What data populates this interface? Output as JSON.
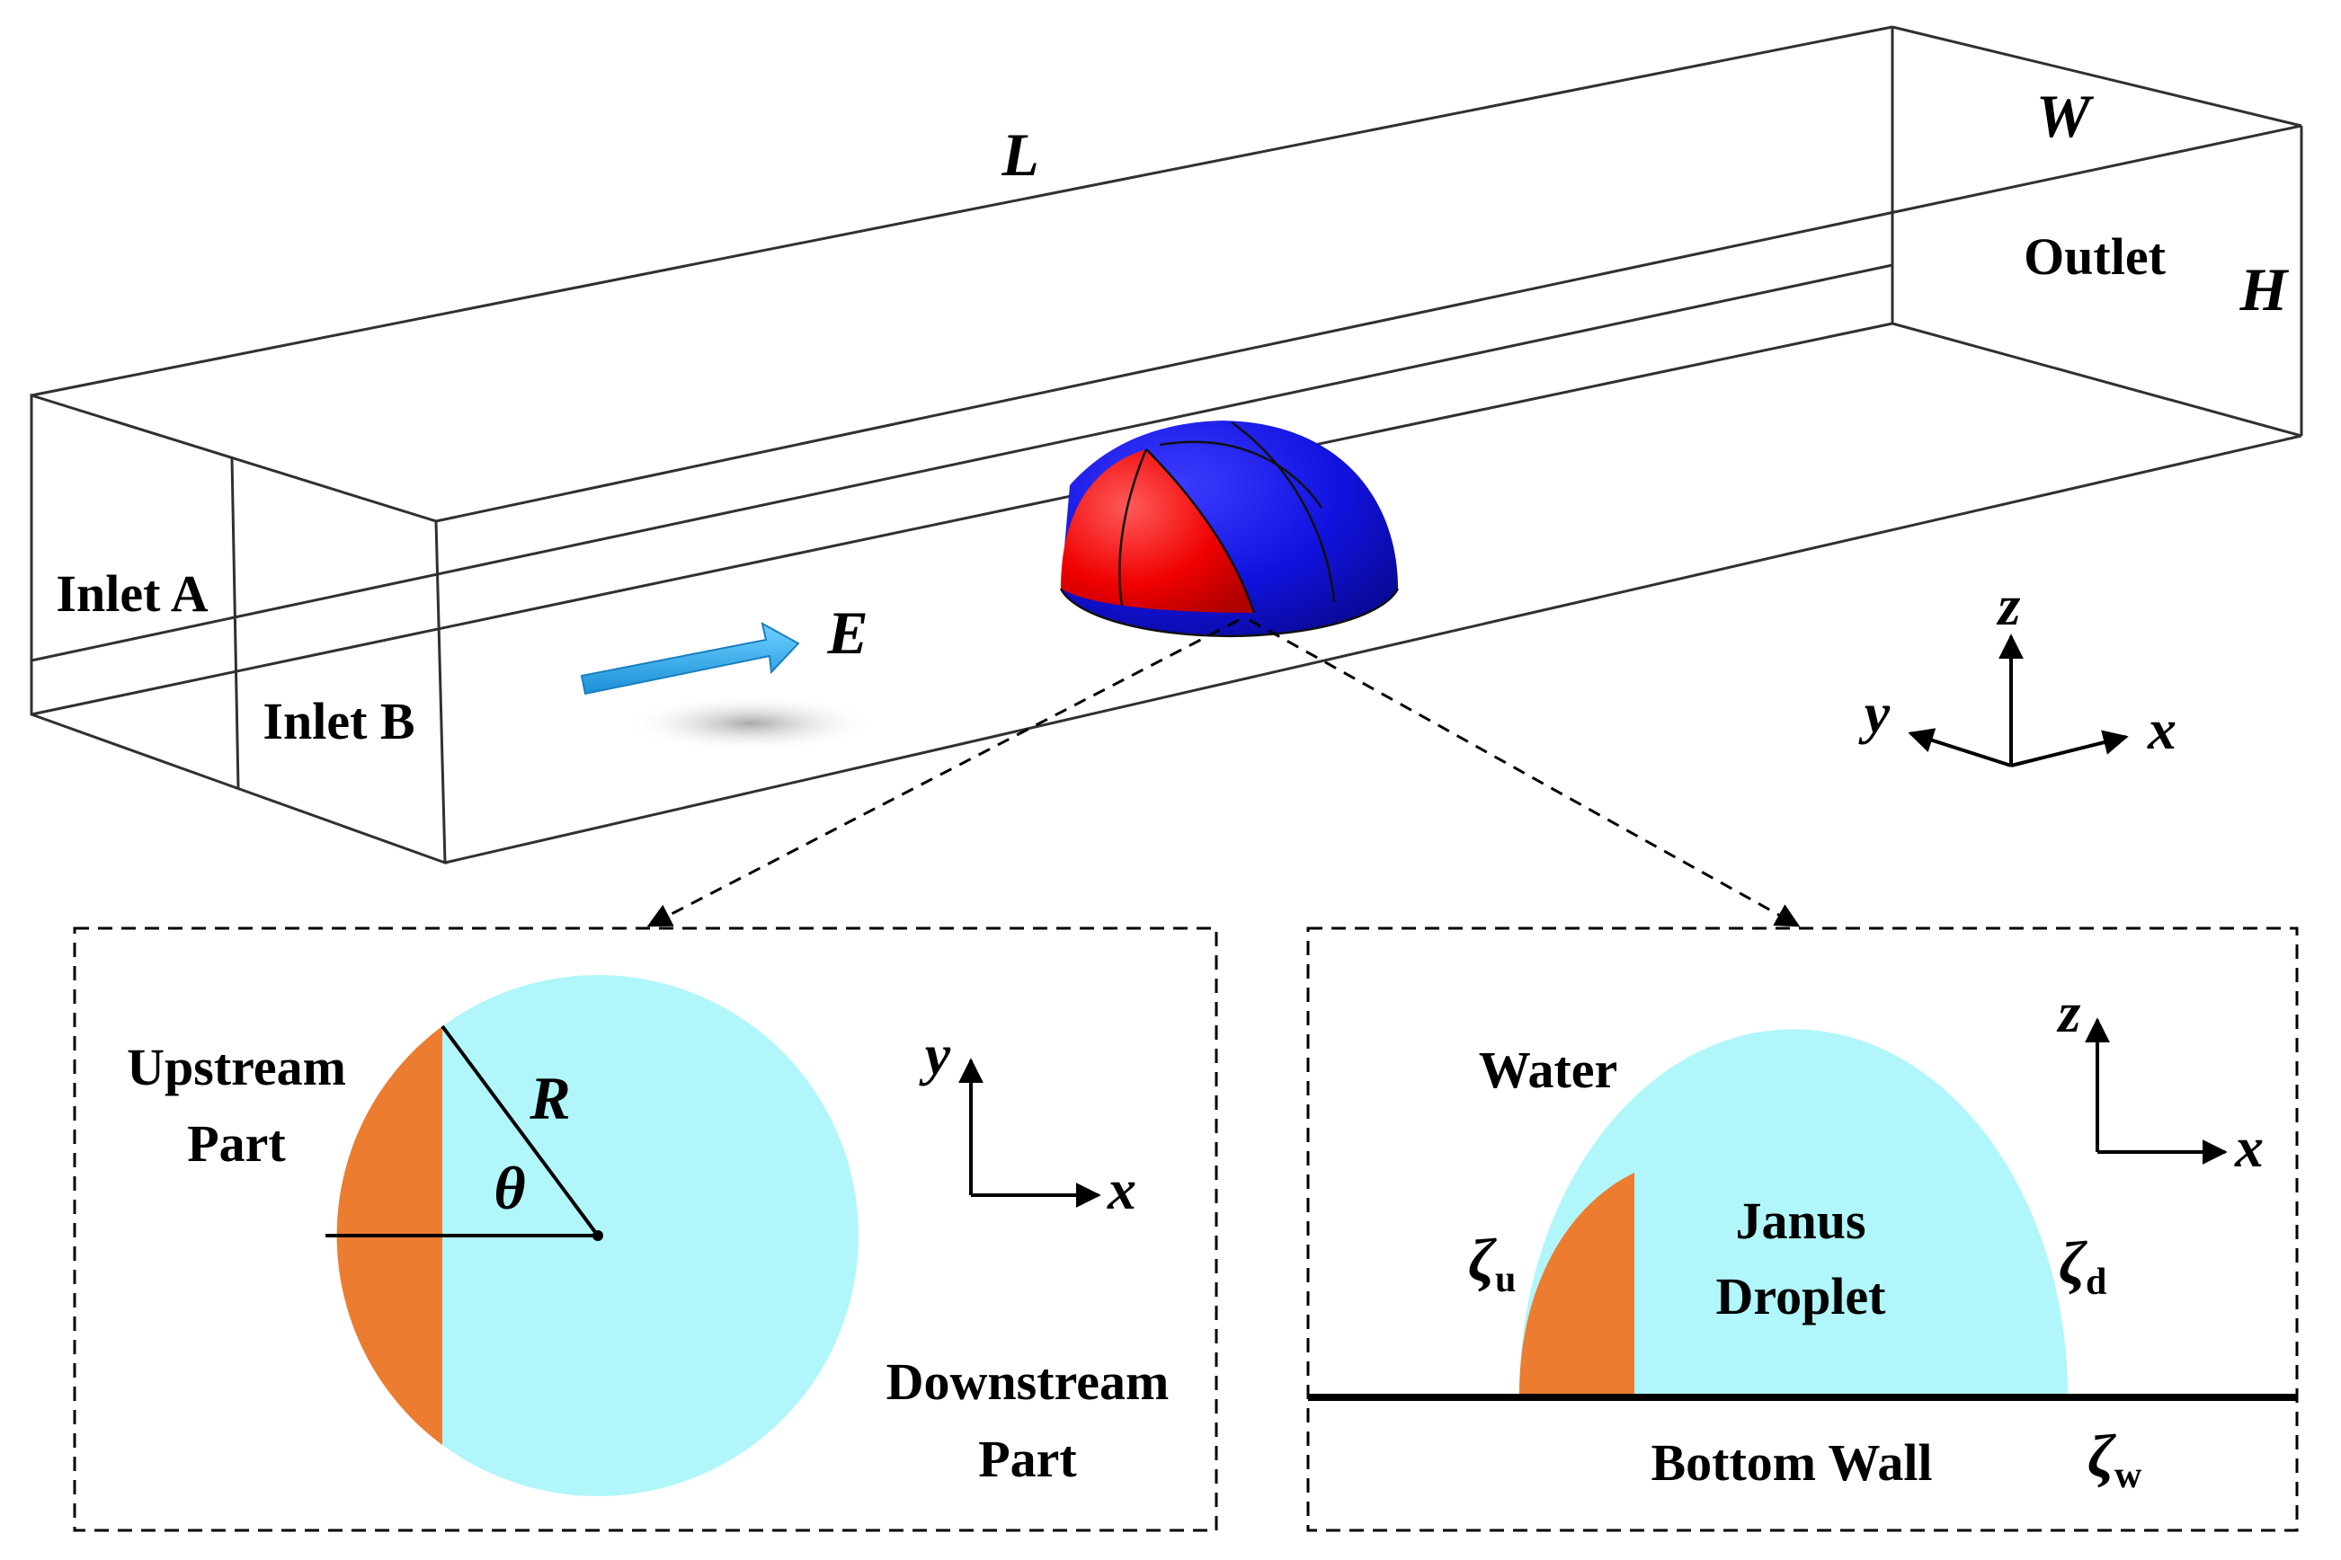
{
  "channel": {
    "length_label": "L",
    "width_label": "W",
    "height_label": "H",
    "outlet_label": "Outlet",
    "inlet_a_label": "Inlet A",
    "inlet_b_label": "Inlet B",
    "field_label": "E",
    "axes": {
      "z": "z",
      "y": "y",
      "x": "x"
    },
    "colors": {
      "upstream_half": "#ff0a0a",
      "downstream_half": "#1414e6",
      "field_arrow": "#2aa8e8"
    }
  },
  "top_view": {
    "upstream_label_line1": "Upstream",
    "upstream_label_line2": "Part",
    "downstream_label_line1": "Downstream",
    "downstream_label_line2": "Part",
    "radius_label": "R",
    "angle_label": "θ",
    "axes": {
      "y": "y",
      "x": "x"
    },
    "colors": {
      "upstream": "#ec7c30",
      "downstream": "#b0f6fa"
    }
  },
  "side_view": {
    "water_label": "Water",
    "droplet_label_line1": "Janus",
    "droplet_label_line2": "Droplet",
    "wall_label": "Bottom Wall",
    "zeta": "ζ",
    "zeta_u_sub": "u",
    "zeta_d_sub": "d",
    "zeta_w_sub": "w",
    "axes": {
      "z": "z",
      "x": "x"
    },
    "colors": {
      "upstream": "#ec7c30",
      "downstream": "#b0f6fa"
    }
  }
}
